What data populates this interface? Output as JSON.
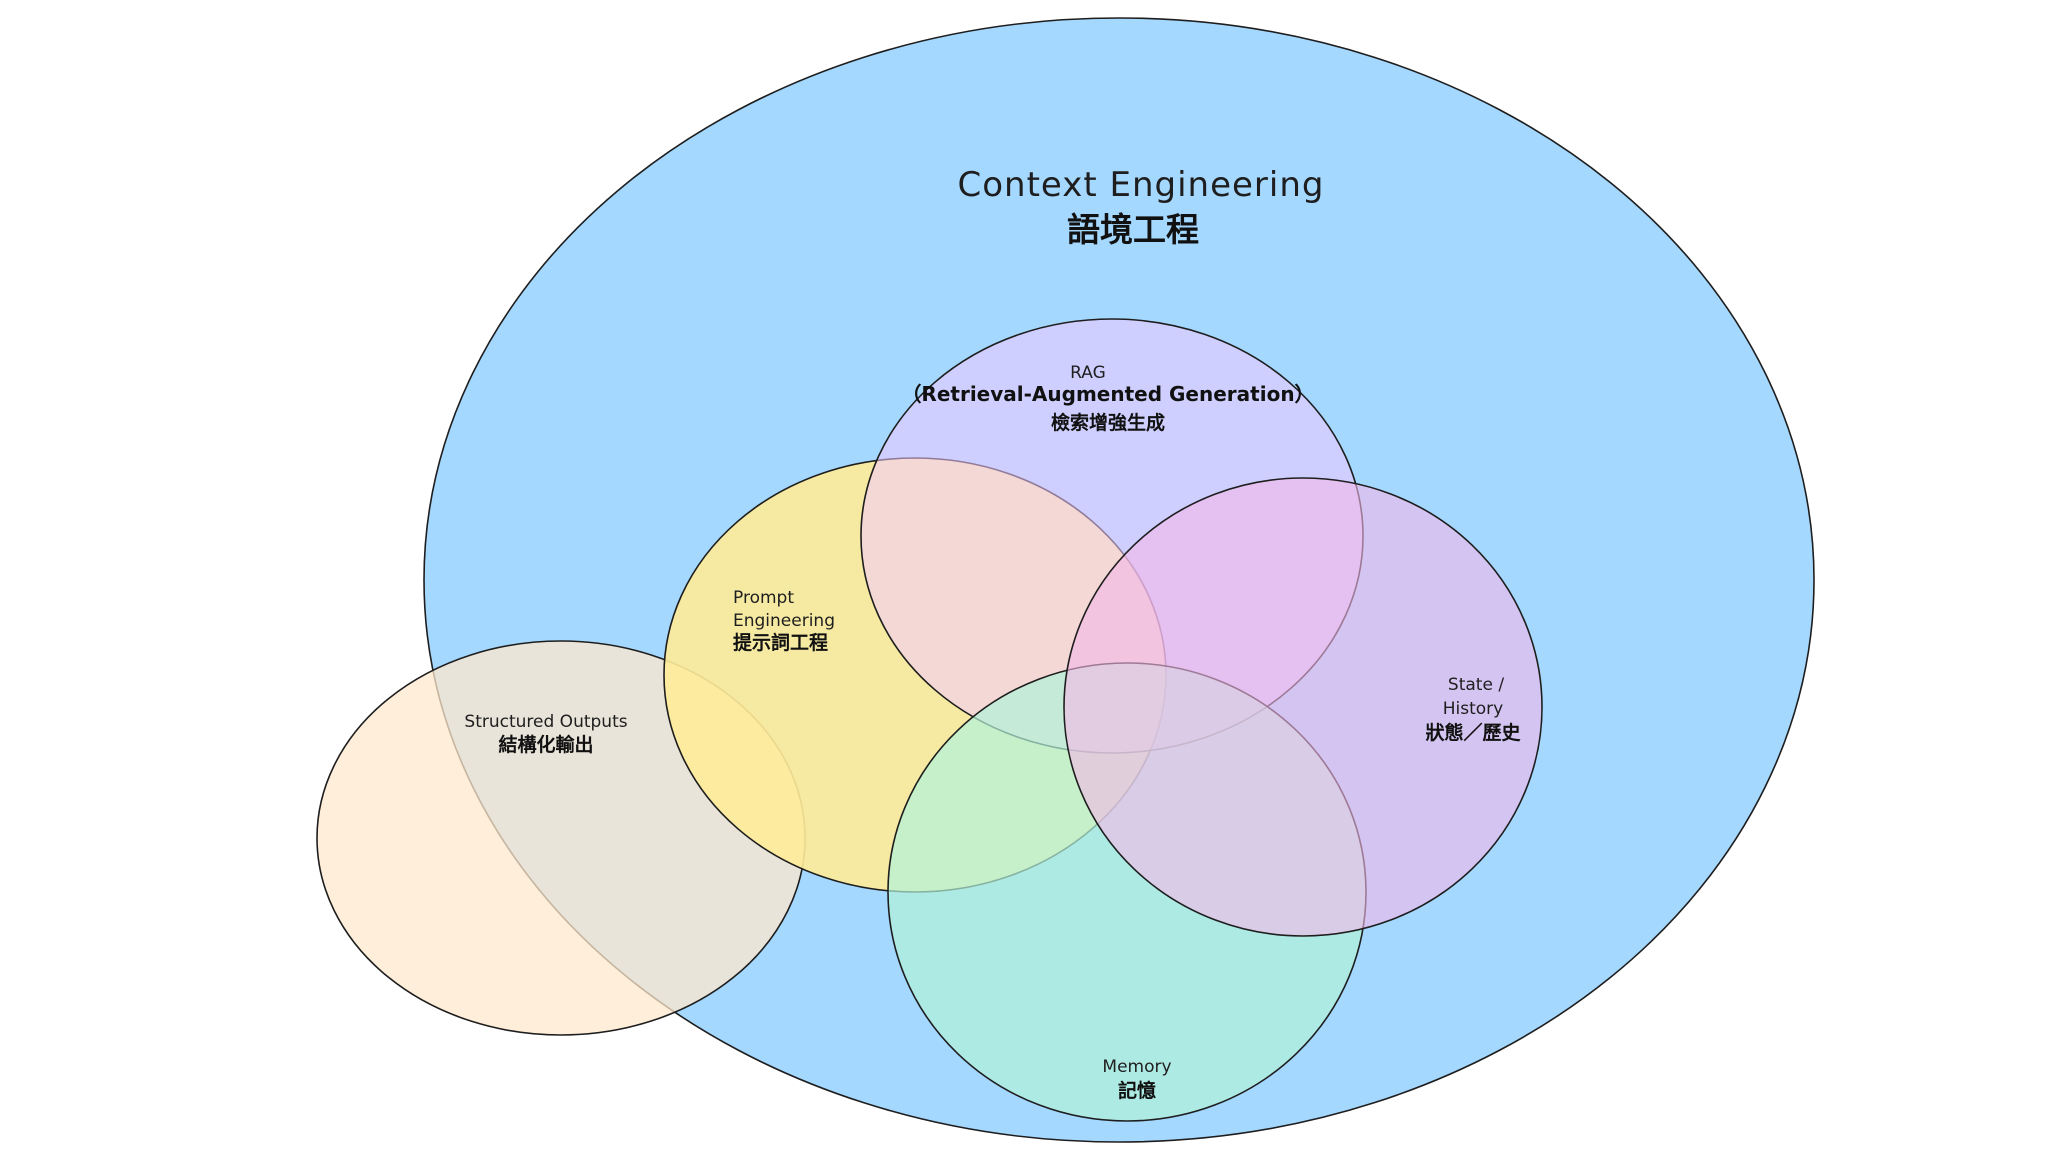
{
  "title": {
    "en": "Context Engineering",
    "zh": "語境工程"
  },
  "circles": {
    "rag": {
      "en": "RAG",
      "full": "（Retrieval-Augmented Generation）",
      "zh": "檢索增強生成",
      "color": "#d0c4ff"
    },
    "prompt": {
      "en_line1": "Prompt",
      "en_line2": "Engineering",
      "zh": "提示詞工程",
      "color": "#ffec99"
    },
    "state": {
      "en_line1": "State /",
      "en_line2": "History",
      "zh": "狀態／歷史",
      "color": "#eebefa"
    },
    "memory": {
      "en": "Memory",
      "zh": "記憶",
      "color": "#b2f2e0"
    },
    "structured": {
      "en": "Structured Outputs",
      "zh": "結構化輸出",
      "color": "#ffe8cc"
    },
    "context": {
      "color": "#a5d8ff"
    }
  }
}
